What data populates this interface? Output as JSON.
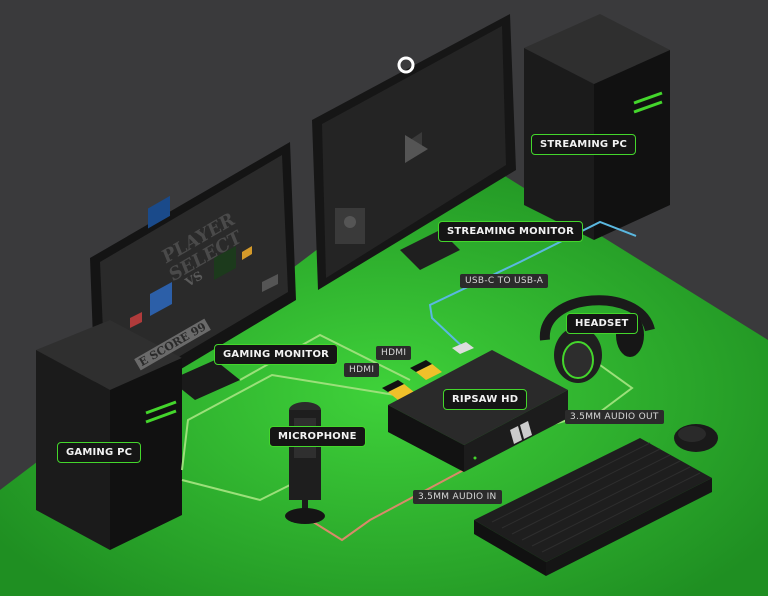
{
  "labels": {
    "streaming_pc": "STREAMING PC",
    "streaming_monitor": "STREAMING MONITOR",
    "usb": "USB-C TO USB-A",
    "headset": "HEADSET",
    "hdmi_top": "HDMI",
    "hdmi_bottom": "HDMI",
    "gaming_monitor": "GAMING MONITOR",
    "ripsaw": "RIPSAW HD",
    "audio_out": "3.5MM AUDIO OUT",
    "microphone": "MICROPHONE",
    "gaming_pc": "GAMING PC",
    "audio_in": "3.5MM AUDIO IN"
  },
  "screen": {
    "player_select_1": "PLAYER",
    "player_select_2": "SELECT",
    "vs": "VS",
    "score": "E SCORE 99"
  },
  "colors": {
    "background": "#3a3a3c",
    "floor": "#2fb52f",
    "accent_green": "#44d62c",
    "usb_cable": "#5ab8e0",
    "audio_in_cable": "#d98a6a"
  }
}
